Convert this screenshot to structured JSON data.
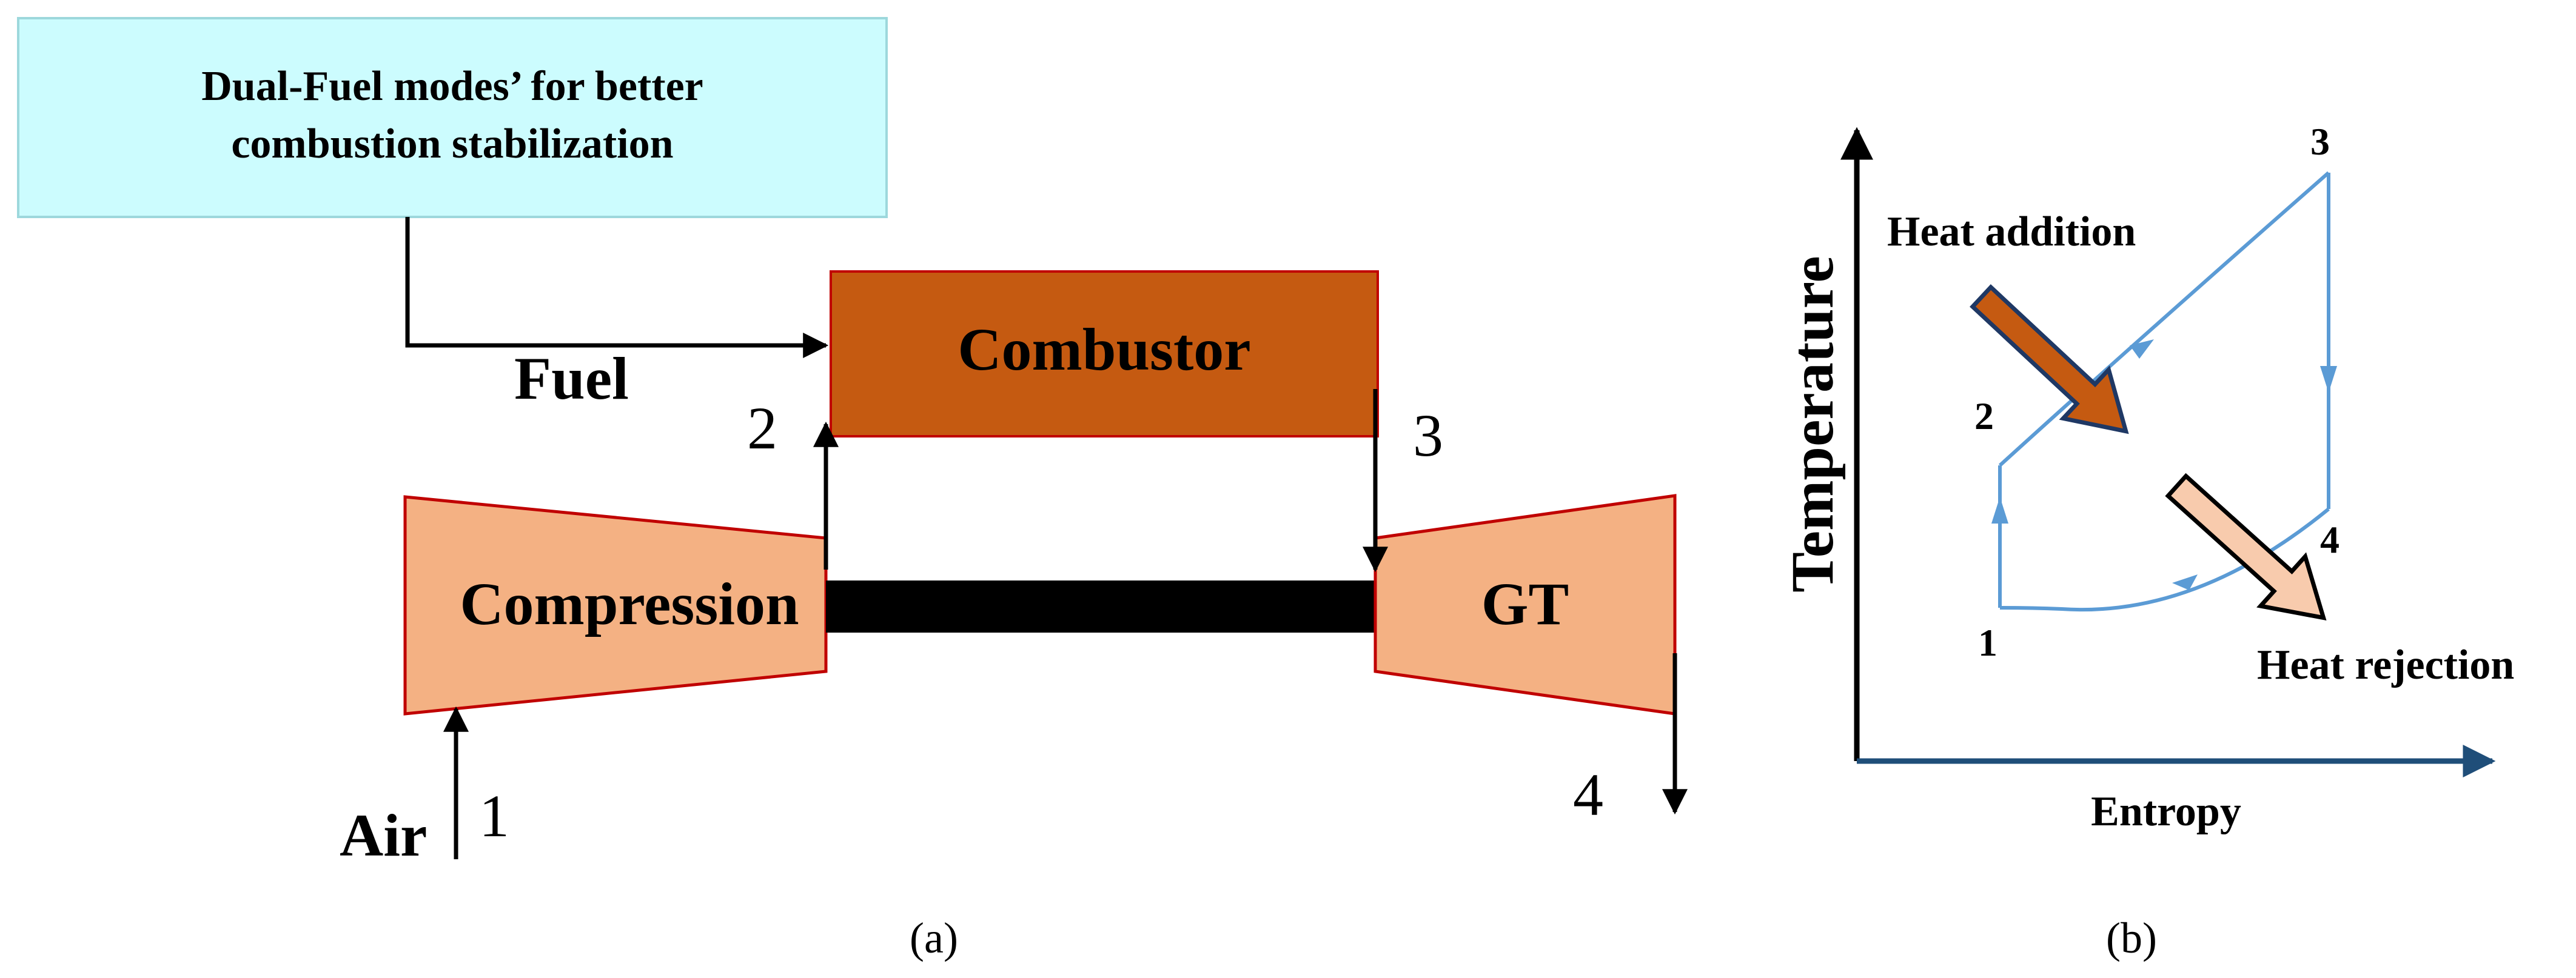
{
  "panel_a": {
    "note_box": {
      "line1": "Dual-Fuel modes’ for better",
      "line2": "combustion stabilization"
    },
    "fuel_label": "Fuel",
    "combustor_label": "Combustor",
    "compression_label": "Compression",
    "turbine_label": "GT",
    "air_label": "Air",
    "state_1": "1",
    "state_2": "2",
    "state_3": "3",
    "state_4": "4",
    "caption": "(a)"
  },
  "panel_b": {
    "y_axis_label": "Temperature",
    "x_axis_label": "Entropy",
    "heat_addition_label": "Heat addition",
    "heat_rejection_label": "Heat rejection",
    "point_1": "1",
    "point_2": "2",
    "point_3": "3",
    "point_4": "4",
    "caption": "(b)"
  },
  "colors": {
    "note_fill": "#ccfcfe",
    "combustor_fill": "#c55a11",
    "compressor_fill": "#f4b183",
    "outline_red": "#c00000",
    "cycle_blue": "#5b9bd5",
    "axis_blue": "#1f4e79",
    "heat_add_fill": "#c55a11",
    "heat_add_stroke": "#1f3864",
    "heat_rej_fill": "#f8cbad"
  }
}
